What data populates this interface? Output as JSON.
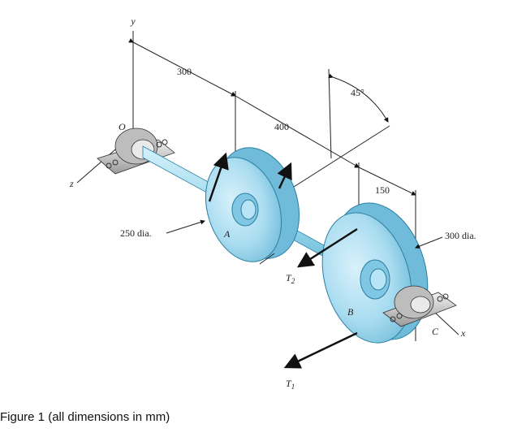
{
  "labels": {
    "y_axis": "y",
    "z_axis": "z",
    "x_axis": "x",
    "point_o": "O",
    "point_a": "A",
    "point_b": "B",
    "point_c": "C",
    "dim_300": "300",
    "dim_400": "400",
    "dim_150": "150",
    "angle": "45°",
    "dia_a": "250 dia.",
    "dia_b": "300 dia.",
    "t2_sym": "T",
    "t2_sub": "2",
    "t1_sym": "T",
    "t1_sub": "1"
  },
  "caption": "Figure 1 (all dimensions in mm)",
  "colors": {
    "shaft": "#8fd3ea",
    "pulley_face": "#a9dcf0",
    "pulley_rim": "#6fbbd9",
    "bearing": "#d9d9d9",
    "ink": "#1a1a1a"
  }
}
